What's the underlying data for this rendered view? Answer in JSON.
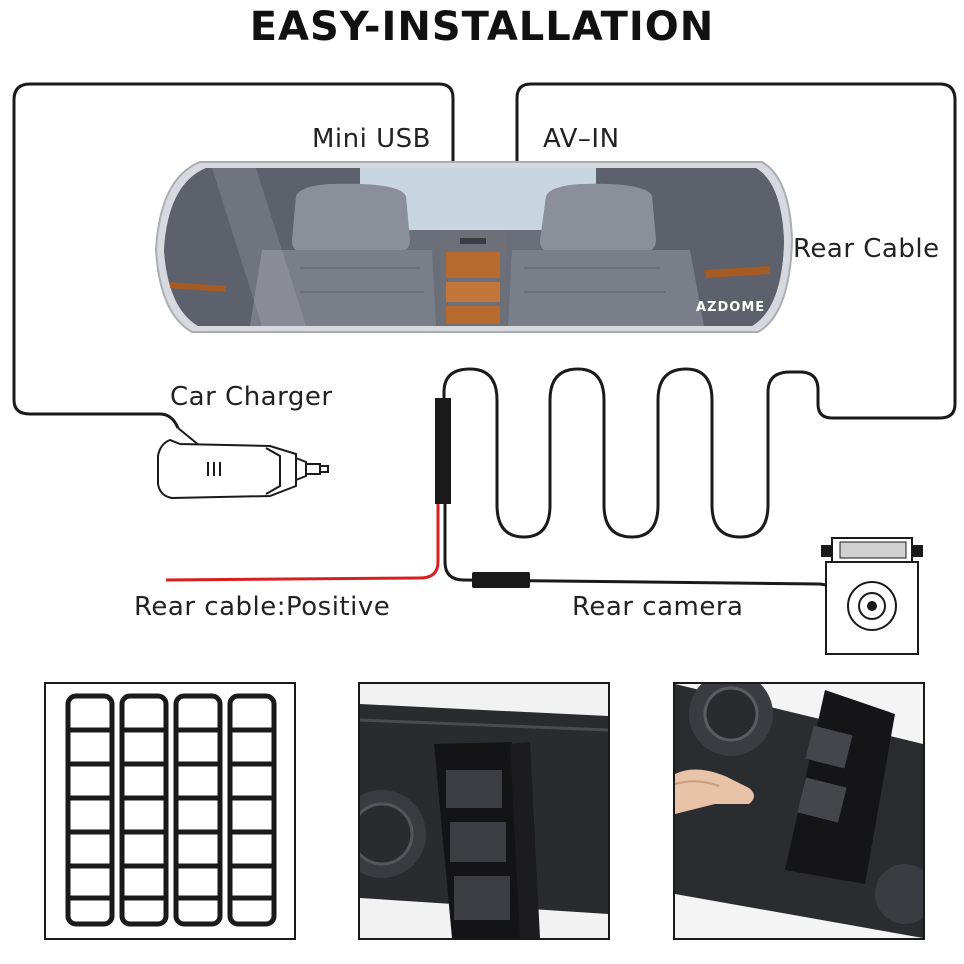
{
  "title": "EASY-INSTALLATION",
  "labels": {
    "mini_usb": "Mini USB",
    "av_in": "AV–IN",
    "rear_cable": "Rear Cable",
    "car_charger": "Car Charger",
    "rear_positive": "Rear cable:Positive",
    "rear_camera": "Rear camera"
  },
  "brand": "AZDOME",
  "colors": {
    "cable": "#1a1a1a",
    "positive_wire": "#d81e1e",
    "mirror_frame": "#b9bcc4"
  },
  "icons": {
    "charger": "car-charger-icon",
    "camera": "rear-camera-icon",
    "mirror": "rearview-mirror-icon"
  }
}
